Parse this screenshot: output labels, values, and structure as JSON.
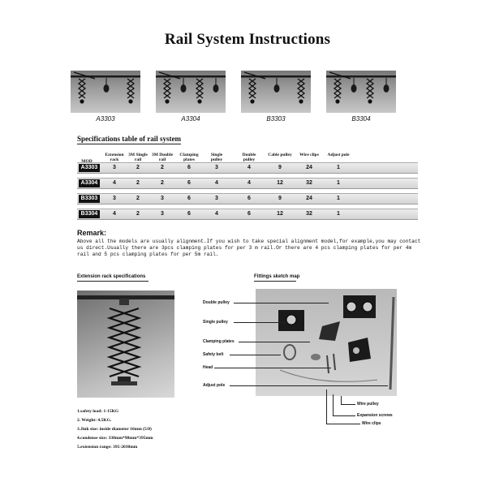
{
  "title": "Rail System Instructions",
  "models": [
    {
      "caption": "A3303"
    },
    {
      "caption": "A3304"
    },
    {
      "caption": "B3303"
    },
    {
      "caption": "B3304"
    }
  ],
  "spec_table": {
    "title": "Specifications table of rail system",
    "headers": [
      "MOD",
      "Extension rack",
      "3M Single rail",
      "3M Double rail",
      "Clamping plates",
      "Single pulley",
      "Double pulley",
      "Cable pulley",
      "Wire clips",
      "Adjust pole"
    ],
    "rows": [
      [
        "A3303",
        "3",
        "2",
        "2",
        "6",
        "3",
        "4",
        "9",
        "24",
        "1"
      ],
      [
        "A3304",
        "4",
        "2",
        "2",
        "6",
        "4",
        "4",
        "12",
        "32",
        "1"
      ],
      [
        "B3303",
        "3",
        "2",
        "3",
        "6",
        "3",
        "6",
        "9",
        "24",
        "1"
      ],
      [
        "B3304",
        "4",
        "2",
        "3",
        "6",
        "4",
        "6",
        "12",
        "32",
        "1"
      ]
    ]
  },
  "remark": {
    "heading": "Remark:",
    "text": "Above all the models are usually alignment.If you wish to take special alignment model,for example,you may contact us direct.Usually there are 3pcs clamping plates for per 3 m rail.Or there are 4 pcs clamping plates for per 4m rail and 5 pcs clamping plates for per 5m rail."
  },
  "extension": {
    "heading": "Extension rack specifications",
    "specs": [
      "1.safety load: 1-15KG",
      "2. Weight: 4.5KG.",
      "3.Jink size: inside diameter 16mm (5/8)",
      "4.condense size: 330mm*98mm*395mm",
      "5.extension range: 395-2030mm"
    ]
  },
  "fittings": {
    "heading": "Fittings sketch map",
    "left_labels": [
      "Double pulley",
      "Single pulley",
      "Clamping plates",
      "Safety belt",
      "Head",
      "Adjust pole"
    ],
    "bottom_labels": [
      "Wire pulley",
      "Expansion screws",
      "Wire clips"
    ]
  }
}
